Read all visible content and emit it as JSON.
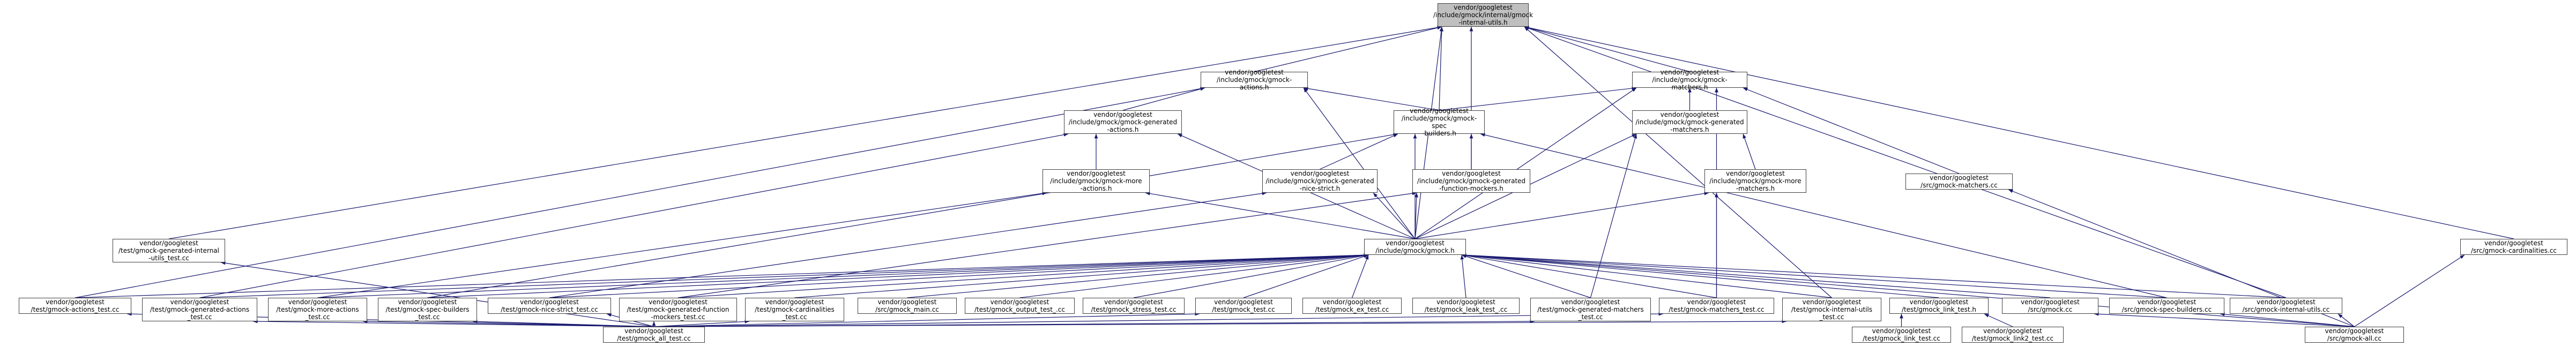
{
  "graph": {
    "nodes": [
      {
        "id": "root",
        "label": "vendor/googletest\n/include/gmock/internal/gmock\n-internal-utils.h"
      },
      {
        "id": "actions",
        "label": "vendor/googletest\n/include/gmock/gmock-actions.h"
      },
      {
        "id": "matchers",
        "label": "vendor/googletest\n/include/gmock/gmock-matchers.h"
      },
      {
        "id": "gen_actions",
        "label": "vendor/googletest\n/include/gmock/gmock-generated\n-actions.h"
      },
      {
        "id": "spec_builders",
        "label": "vendor/googletest\n/include/gmock/gmock-spec\n-builders.h"
      },
      {
        "id": "gen_matchers",
        "label": "vendor/googletest\n/include/gmock/gmock-generated\n-matchers.h"
      },
      {
        "id": "more_actions",
        "label": "vendor/googletest\n/include/gmock/gmock-more\n-actions.h"
      },
      {
        "id": "gen_nice",
        "label": "vendor/googletest\n/include/gmock/gmock-generated\n-nice-strict.h"
      },
      {
        "id": "gen_func",
        "label": "vendor/googletest\n/include/gmock/gmock-generated\n-function-mockers.h"
      },
      {
        "id": "more_matchers",
        "label": "vendor/googletest\n/include/gmock/gmock-more\n-matchers.h"
      },
      {
        "id": "src_matchers",
        "label": "vendor/googletest\n/src/gmock-matchers.cc"
      },
      {
        "id": "gen_internal_test",
        "label": "vendor/googletest\n/test/gmock-generated-internal\n-utils_test.cc"
      },
      {
        "id": "gmock_h",
        "label": "vendor/googletest\n/include/gmock/gmock.h"
      },
      {
        "id": "src_cardinalities",
        "label": "vendor/googletest\n/src/gmock-cardinalities.cc"
      },
      {
        "id": "t_actions",
        "label": "vendor/googletest\n/test/gmock-actions_test.cc"
      },
      {
        "id": "t_gen_actions",
        "label": "vendor/googletest\n/test/gmock-generated-actions\n_test.cc"
      },
      {
        "id": "t_more_actions",
        "label": "vendor/googletest\n/test/gmock-more-actions\n_test.cc"
      },
      {
        "id": "t_spec_builders",
        "label": "vendor/googletest\n/test/gmock-spec-builders\n_test.cc"
      },
      {
        "id": "t_nice_strict",
        "label": "vendor/googletest\n/test/gmock-nice-strict_test.cc"
      },
      {
        "id": "t_gen_func",
        "label": "vendor/googletest\n/test/gmock-generated-function\n-mockers_test.cc"
      },
      {
        "id": "t_cardinalities",
        "label": "vendor/googletest\n/test/gmock-cardinalities\n_test.cc"
      },
      {
        "id": "src_main",
        "label": "vendor/googletest\n/src/gmock_main.cc"
      },
      {
        "id": "t_output",
        "label": "vendor/googletest\n/test/gmock_output_test_.cc"
      },
      {
        "id": "t_stress",
        "label": "vendor/googletest\n/test/gmock_stress_test.cc"
      },
      {
        "id": "t_test",
        "label": "vendor/googletest\n/test/gmock_test.cc"
      },
      {
        "id": "t_ex",
        "label": "vendor/googletest\n/test/gmock_ex_test.cc"
      },
      {
        "id": "t_leak",
        "label": "vendor/googletest\n/test/gmock_leak_test_.cc"
      },
      {
        "id": "t_gen_matchers",
        "label": "vendor/googletest\n/test/gmock-generated-matchers\n_test.cc"
      },
      {
        "id": "t_matchers",
        "label": "vendor/googletest\n/test/gmock-matchers_test.cc"
      },
      {
        "id": "t_internal_utils",
        "label": "vendor/googletest\n/test/gmock-internal-utils\n_test.cc"
      },
      {
        "id": "t_link",
        "label": "vendor/googletest\n/test/gmock_link_test.h"
      },
      {
        "id": "src_gmock",
        "label": "vendor/googletest\n/src/gmock.cc"
      },
      {
        "id": "src_spec_builders",
        "label": "vendor/googletest\n/src/gmock-spec-builders.cc"
      },
      {
        "id": "src_internal_utils",
        "label": "vendor/googletest\n/src/gmock-internal-utils.cc"
      },
      {
        "id": "t_all",
        "label": "vendor/googletest\n/test/gmock_all_test.cc"
      },
      {
        "id": "t_link_cc",
        "label": "vendor/googletest\n/test/gmock_link_test.cc"
      },
      {
        "id": "t_link2_cc",
        "label": "vendor/googletest\n/test/gmock_link2_test.cc"
      },
      {
        "id": "src_all",
        "label": "vendor/googletest\n/src/gmock-all.cc"
      }
    ],
    "edges": [
      [
        "actions",
        "root"
      ],
      [
        "matchers",
        "root"
      ],
      [
        "spec_builders",
        "root"
      ],
      [
        "gen_func",
        "root"
      ],
      [
        "gmock_h",
        "root"
      ],
      [
        "gen_internal_test",
        "root"
      ],
      [
        "t_internal_utils",
        "root"
      ],
      [
        "src_internal_utils",
        "root"
      ],
      [
        "src_cardinalities",
        "root"
      ],
      [
        "gen_actions",
        "actions"
      ],
      [
        "spec_builders",
        "actions"
      ],
      [
        "gmock_h",
        "actions"
      ],
      [
        "t_actions",
        "actions"
      ],
      [
        "spec_builders",
        "matchers"
      ],
      [
        "gen_matchers",
        "matchers"
      ],
      [
        "src_matchers",
        "matchers"
      ],
      [
        "gmock_h",
        "matchers"
      ],
      [
        "t_matchers",
        "matchers"
      ],
      [
        "more_actions",
        "gen_actions"
      ],
      [
        "gmock_h",
        "gen_actions"
      ],
      [
        "t_gen_actions",
        "gen_actions"
      ],
      [
        "gen_nice",
        "spec_builders"
      ],
      [
        "gen_func",
        "spec_builders"
      ],
      [
        "gmock_h",
        "spec_builders"
      ],
      [
        "src_spec_builders",
        "spec_builders"
      ],
      [
        "t_spec_builders",
        "spec_builders"
      ],
      [
        "more_matchers",
        "gen_matchers"
      ],
      [
        "gmock_h",
        "gen_matchers"
      ],
      [
        "t_gen_matchers",
        "gen_matchers"
      ],
      [
        "gmock_h",
        "more_actions"
      ],
      [
        "t_more_actions",
        "more_actions"
      ],
      [
        "gmock_h",
        "gen_nice"
      ],
      [
        "t_nice_strict",
        "gen_nice"
      ],
      [
        "gmock_h",
        "gen_func"
      ],
      [
        "t_gen_func",
        "gen_func"
      ],
      [
        "gmock_h",
        "more_matchers"
      ],
      [
        "t_matchers",
        "more_matchers"
      ],
      [
        "src_all",
        "src_matchers"
      ],
      [
        "t_all",
        "gen_internal_test"
      ],
      [
        "t_actions",
        "gmock_h"
      ],
      [
        "t_gen_actions",
        "gmock_h"
      ],
      [
        "t_more_actions",
        "gmock_h"
      ],
      [
        "t_spec_builders",
        "gmock_h"
      ],
      [
        "t_nice_strict",
        "gmock_h"
      ],
      [
        "t_gen_func",
        "gmock_h"
      ],
      [
        "t_cardinalities",
        "gmock_h"
      ],
      [
        "src_main",
        "gmock_h"
      ],
      [
        "t_output",
        "gmock_h"
      ],
      [
        "t_stress",
        "gmock_h"
      ],
      [
        "t_test",
        "gmock_h"
      ],
      [
        "t_ex",
        "gmock_h"
      ],
      [
        "t_leak",
        "gmock_h"
      ],
      [
        "t_gen_matchers",
        "gmock_h"
      ],
      [
        "t_matchers",
        "gmock_h"
      ],
      [
        "t_internal_utils",
        "gmock_h"
      ],
      [
        "t_link",
        "gmock_h"
      ],
      [
        "src_gmock",
        "gmock_h"
      ],
      [
        "src_spec_builders",
        "gmock_h"
      ],
      [
        "src_internal_utils",
        "gmock_h"
      ],
      [
        "src_all",
        "gmock_h"
      ],
      [
        "t_all",
        "t_actions"
      ],
      [
        "t_all",
        "t_gen_actions"
      ],
      [
        "t_all",
        "t_more_actions"
      ],
      [
        "t_all",
        "t_spec_builders"
      ],
      [
        "t_all",
        "t_nice_strict"
      ],
      [
        "t_all",
        "t_gen_func"
      ],
      [
        "t_all",
        "t_cardinalities"
      ],
      [
        "t_all",
        "t_test"
      ],
      [
        "t_all",
        "t_gen_matchers"
      ],
      [
        "t_all",
        "t_matchers"
      ],
      [
        "t_all",
        "t_internal_utils"
      ],
      [
        "t_link_cc",
        "t_link"
      ],
      [
        "t_link2_cc",
        "t_link"
      ],
      [
        "src_all",
        "src_gmock"
      ],
      [
        "src_all",
        "src_spec_builders"
      ],
      [
        "src_all",
        "src_internal_utils"
      ],
      [
        "src_all",
        "src_cardinalities"
      ]
    ]
  },
  "colors": {
    "edge": "#191970",
    "border": "#404040",
    "root_fill": "#bfbfbf"
  }
}
